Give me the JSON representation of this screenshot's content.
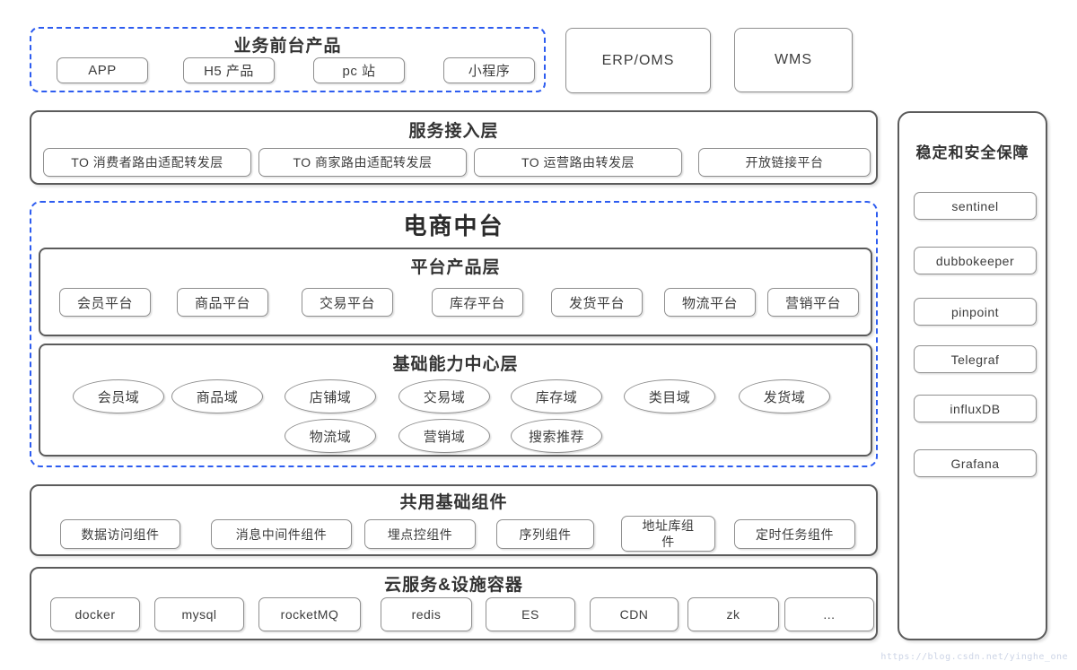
{
  "colors": {
    "accent_blue": "#2d5cf0",
    "section_border": "#5b5b5b",
    "node_border": "#8f8f8f",
    "watermark": "#ccd4e6"
  },
  "frontend": {
    "title": "业务前台产品",
    "items": [
      "APP",
      "H5 产品",
      "pc 站",
      "小程序"
    ]
  },
  "external": {
    "erp": "ERP/OMS",
    "wms": "WMS"
  },
  "service_layer": {
    "title": "服务接入层",
    "items": [
      "TO 消费者路由适配转发层",
      "TO 商家路由适配转发层",
      "TO  运营路由转发层",
      "开放链接平台"
    ]
  },
  "mid_platform": {
    "title": "电商中台",
    "platform_layer": {
      "title": "平台产品层",
      "items": [
        "会员平台",
        "商品平台",
        "交易平台",
        "库存平台",
        "发货平台",
        "物流平台",
        "营销平台"
      ]
    },
    "capability_layer": {
      "title": "基础能力中心层",
      "row1": [
        "会员域",
        "商品域",
        "店铺域",
        "交易域",
        "库存域",
        "类目域",
        "发货域"
      ],
      "row2": [
        "物流域",
        "营销域",
        "搜索推荐"
      ]
    }
  },
  "common_components": {
    "title": "共用基础组件",
    "items": [
      "数据访问组件",
      "消息中间件组件",
      "埋点控组件",
      "序列组件",
      "地址库组件",
      "定时任务组件"
    ]
  },
  "cloud_layer": {
    "title": "云服务&设施容器",
    "items": [
      "docker",
      "mysql",
      "rocketMQ",
      "redis",
      "ES",
      "CDN",
      "zk",
      "..."
    ]
  },
  "stability": {
    "title": "稳定和安全保障",
    "items": [
      "sentinel",
      "dubbokeeper",
      "pinpoint",
      "Telegraf",
      "influxDB",
      "Grafana"
    ]
  },
  "watermark": "https://blog.csdn.net/yinghe_one"
}
